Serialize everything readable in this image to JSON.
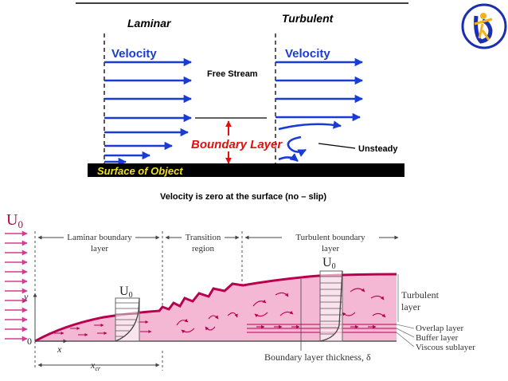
{
  "top": {
    "laminar": "Laminar",
    "turbulent": "Turbulent",
    "velocity_left": "Velocity",
    "velocity_right": "Velocity",
    "free_stream": "Free Stream",
    "boundary_layer": "Boundary  Layer",
    "unsteady": "Unsteady",
    "surface": "Surface  of  Object",
    "caption": "Velocity  is  zero  at  the  surface  (no – slip)"
  },
  "bottom": {
    "u0_label": "U0",
    "laminar_bl_line1": "Laminar boundary",
    "laminar_bl_line2": "layer",
    "transition_line1": "Transition",
    "transition_line2": "region",
    "turbulent_bl_line1": "Turbulent boundary",
    "turbulent_bl_line2": "layer",
    "u0_profile1": "U0",
    "u0_profile2": "U0",
    "y_axis": "y",
    "x_axis": "x",
    "origin": "0",
    "turbulent_layer_line1": "Turbulent",
    "turbulent_layer_line2": "layer",
    "overlap_layer": "Overlap layer",
    "buffer_layer": "Buffer layer",
    "viscous_sublayer": "Viscous sublayer",
    "bl_thickness": "Boundary layer thickness, δ",
    "xcr": "xcr"
  },
  "colors": {
    "blue": "#1a3cd6",
    "red": "#e01010",
    "pink_fill": "#f4b8d4",
    "magenta": "#b8004f",
    "gray": "#555555"
  },
  "logo": {
    "name": "brand-logo-icon"
  }
}
